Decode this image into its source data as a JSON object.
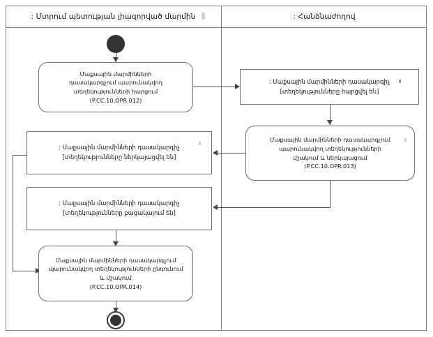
{
  "diagram": {
    "type": "uml-activity-diagram",
    "swimlanes": [
      {
        "id": "left",
        "title": ": Մտրում պետության լիազորված մարմին"
      },
      {
        "id": "right",
        "title": ": Հանձնաժողով"
      }
    ],
    "nodes": {
      "start": {
        "kind": "initial-node",
        "lane": "left"
      },
      "action_012": {
        "kind": "action",
        "lane": "left",
        "line1": "Մաքսային մարմինների",
        "line2": "դասակարգչում պարունակվող",
        "line3": "տեղեկությունների հարցում",
        "code": "(P.CC.10.OPR.012)"
      },
      "object_requested": {
        "kind": "object-node",
        "lane": "right",
        "line1": ": Մաքսային մարմինների դասակարգիչ",
        "line2": "[տեղեկությունները հարցվել են]"
      },
      "action_013": {
        "kind": "action",
        "lane": "right",
        "line1": "Մաքսային մարմինների դասակարգչում",
        "line2": "պարունակվող տեղեկությունների",
        "line3": "մշակում և ներկայացում",
        "code": "(P.CC.10.OPR.013)"
      },
      "object_presented": {
        "kind": "object-node",
        "lane": "left",
        "line1": ": Մաքսային մարմինների դասակարգիչ",
        "line2": "[տեղեկությունները ներկայացվել են]"
      },
      "object_absent": {
        "kind": "object-node",
        "lane": "left",
        "line1": ": Մաքսային մարմինների դասակարգիչ",
        "line2": "[տեղեկությունները բացակայում են]"
      },
      "action_014": {
        "kind": "action",
        "lane": "left",
        "line1": "Մաքսային մարմինների դասակարգչում",
        "line2": "պարունակվող տեղեկությունների ընդունում",
        "line3": "և մշակում",
        "code": "(P.CC.10.OPR.014)"
      },
      "end": {
        "kind": "final-node",
        "lane": "left"
      }
    },
    "edges": [
      {
        "from": "start",
        "to": "action_012",
        "direction": "down"
      },
      {
        "from": "action_012",
        "to": "object_requested",
        "direction": "right"
      },
      {
        "from": "object_requested",
        "to": "action_013",
        "direction": "down"
      },
      {
        "from": "action_013",
        "to": "object_presented",
        "direction": "left"
      },
      {
        "from": "action_013",
        "to": "object_absent",
        "direction": "left"
      },
      {
        "from": "object_presented",
        "to": "action_014",
        "direction": "left-around"
      },
      {
        "from": "object_absent",
        "to": "action_014",
        "direction": "down"
      },
      {
        "from": "action_014",
        "to": "end",
        "direction": "down"
      }
    ],
    "colors": {
      "border": "#6e6e6e",
      "frame": "#7b7b7b",
      "connector": "#555555",
      "node_fill": "#ffffff",
      "text": "#141414",
      "marker": "#333333"
    }
  }
}
